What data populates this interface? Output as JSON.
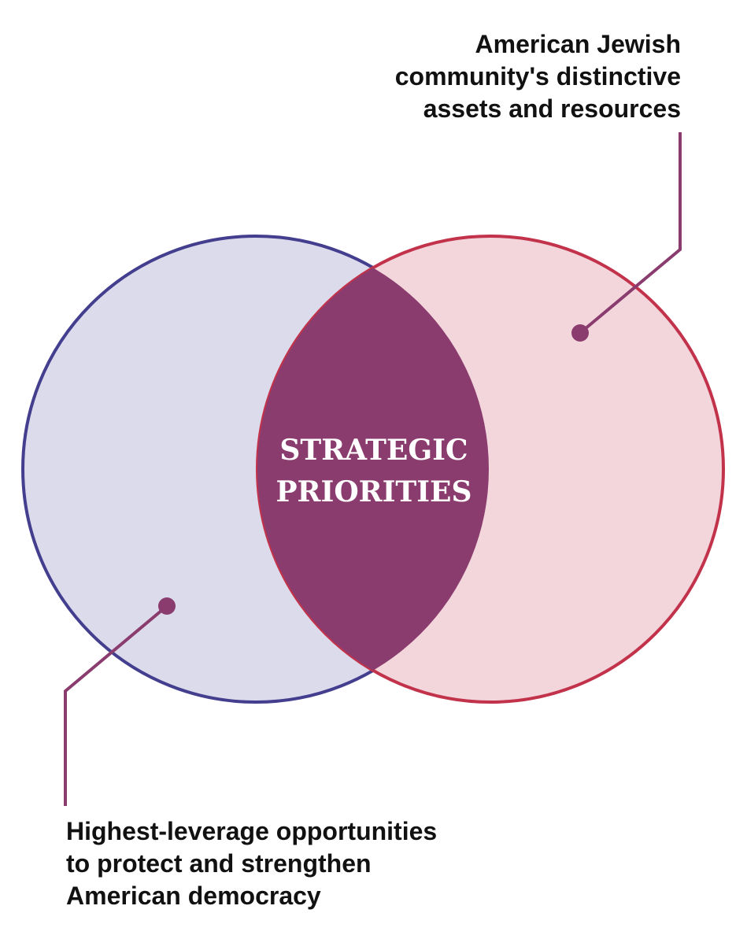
{
  "diagram": {
    "type": "venn",
    "center_label": [
      "STRATEGIC",
      "PRIORITIES"
    ],
    "right_label": [
      "American Jewish",
      "community's distinctive",
      "assets and resources"
    ],
    "left_label": [
      "Highest-leverage opportunities",
      "to protect and strengthen",
      "American democracy"
    ]
  },
  "colors": {
    "left_fill": "#dcdbec",
    "left_stroke": "#443e8f",
    "right_fill": "#f2d6dc",
    "right_stroke": "#c2334b",
    "intersection": "#8b3c6e",
    "connector": "#8b3c6e",
    "text": "#111111",
    "center_text": "#ffffff"
  }
}
